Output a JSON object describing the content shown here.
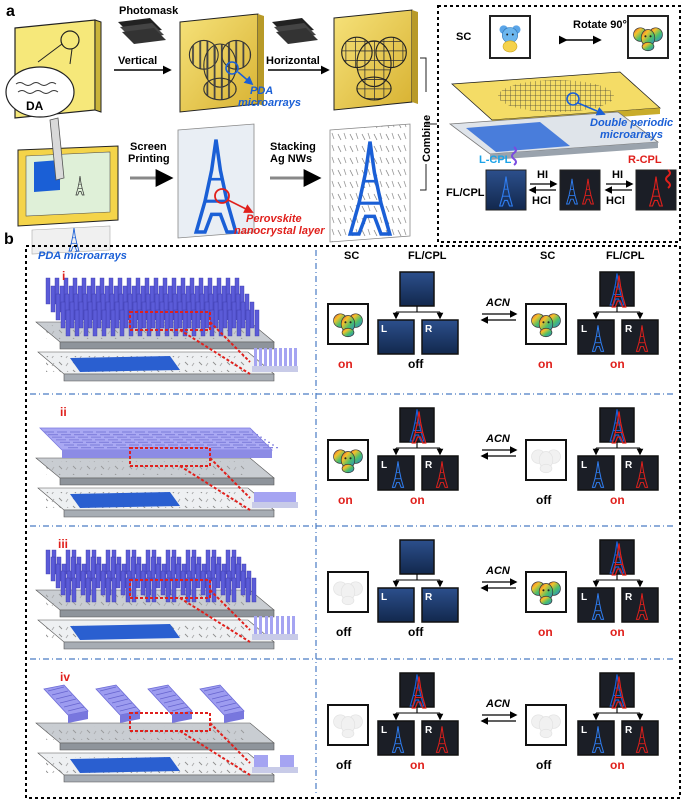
{
  "panel_a": {
    "label": "a",
    "photomask": "Photomask",
    "vertical": "Vertical",
    "horizontal": "Horizontal",
    "da": "DA",
    "pda_line1": "PDA",
    "pda_line2": "microarrays",
    "combine": "Combine",
    "screen_line1": "Screen",
    "screen_line2": "Printing",
    "stacking_line1": "Stacking",
    "stacking_line2": "Ag NWs",
    "perov_line1": "Perovskite",
    "perov_line2": "nanocrystal layer",
    "sc": "SC",
    "rotate": "Rotate 90°",
    "double_line1": "Double periodic",
    "double_line2": "microarrays",
    "lcpl": "L-CPL",
    "rcpl": "R-CPL",
    "flcpl": "FL/CPL",
    "hi": "HI",
    "hcl": "HCl",
    "colors": {
      "blue": "#1a5fd6",
      "red": "#e0201c",
      "cyan": "#1ba3e8"
    }
  },
  "panel_b": {
    "label": "b",
    "pda_title": "PDA microarrays",
    "headers": [
      "SC",
      "FL/CPL",
      "SC",
      "FL/CPL"
    ],
    "acn": "ACN",
    "L": "L",
    "R": "R",
    "rows": [
      {
        "roman": "i",
        "states": [
          "on",
          "off",
          "on",
          "on"
        ]
      },
      {
        "roman": "ii",
        "states": [
          "on",
          "on",
          "off",
          "on"
        ]
      },
      {
        "roman": "iii",
        "states": [
          "off",
          "off",
          "on",
          "on"
        ]
      },
      {
        "roman": "iv",
        "states": [
          "off",
          "on",
          "off",
          "on"
        ]
      }
    ]
  }
}
